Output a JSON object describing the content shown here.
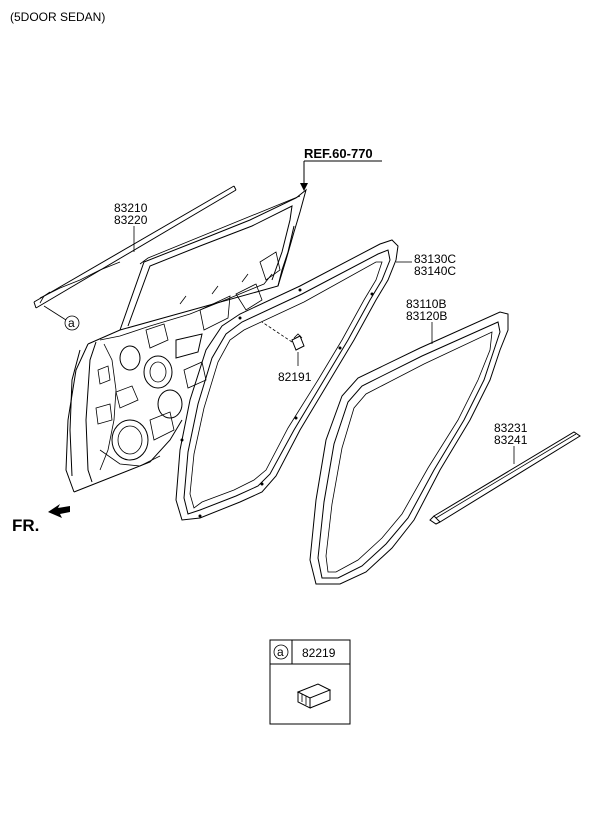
{
  "header": {
    "variant": "(5DOOR SEDAN)"
  },
  "ref": {
    "label": "REF.60-770"
  },
  "parts": {
    "belt_outer": [
      "83210",
      "83220"
    ],
    "door_seal": [
      "83130C",
      "83140C"
    ],
    "body_seal": [
      "83110B",
      "83120B"
    ],
    "plug": [
      "82191"
    ],
    "lower_strip": [
      "83231",
      "83241"
    ]
  },
  "callout": {
    "marker": "a",
    "part_no": "82219"
  },
  "direction": {
    "label": "FR."
  }
}
